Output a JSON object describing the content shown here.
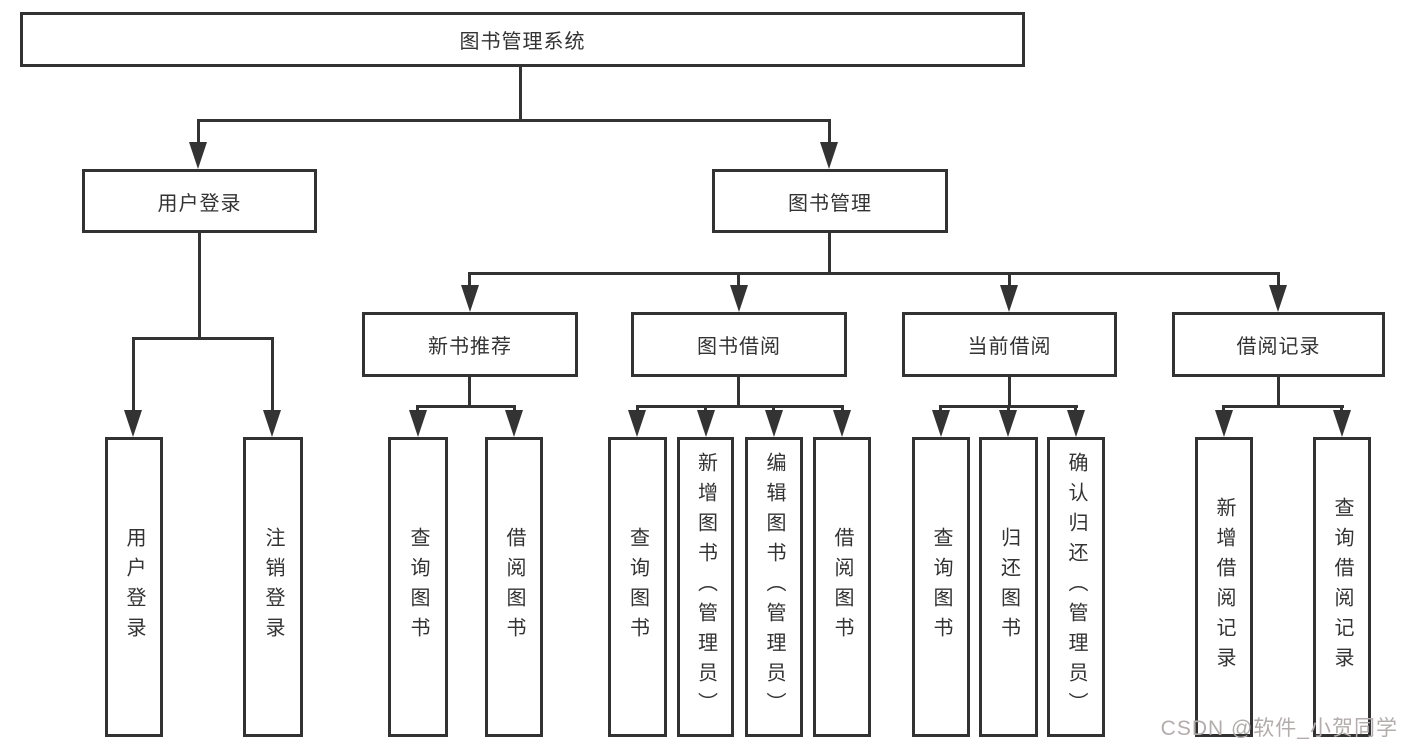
{
  "diagram": {
    "type": "hierarchy-tree",
    "root": "图书管理系统",
    "level2": [
      "用户登录",
      "图书管理"
    ],
    "level3": [
      "新书推荐",
      "图书借阅",
      "当前借阅",
      "借阅记录"
    ],
    "leaves": [
      "用户登录",
      "注销登录",
      "查询图书",
      "借阅图书",
      "查询图书",
      "新增图书（管理员）",
      "编辑图书（管理员）",
      "借阅图书",
      "查询图书",
      "归还图书",
      "确认归还（管理员）",
      "新增借阅记录",
      "查询借阅记录"
    ],
    "hierarchy": {
      "图书管理系统": [
        "用户登录",
        "图书管理"
      ],
      "用户登录": [
        "用户登录",
        "注销登录"
      ],
      "图书管理": [
        "新书推荐",
        "图书借阅",
        "当前借阅",
        "借阅记录"
      ],
      "新书推荐": [
        "查询图书",
        "借阅图书"
      ],
      "图书借阅": [
        "查询图书",
        "新增图书（管理员）",
        "编辑图书（管理员）",
        "借阅图书"
      ],
      "当前借阅": [
        "查询图书",
        "归还图书",
        "确认归还（管理员）"
      ],
      "借阅记录": [
        "新增借阅记录",
        "查询借阅记录"
      ]
    },
    "colors": {
      "line": "#333333",
      "box_border": "#323232",
      "box_fill": "#ffffff",
      "text": "#333333",
      "background": "#ffffff",
      "watermark": "#b3acac"
    }
  },
  "watermark": {
    "text": "CSDN @软件_小贺同学"
  }
}
